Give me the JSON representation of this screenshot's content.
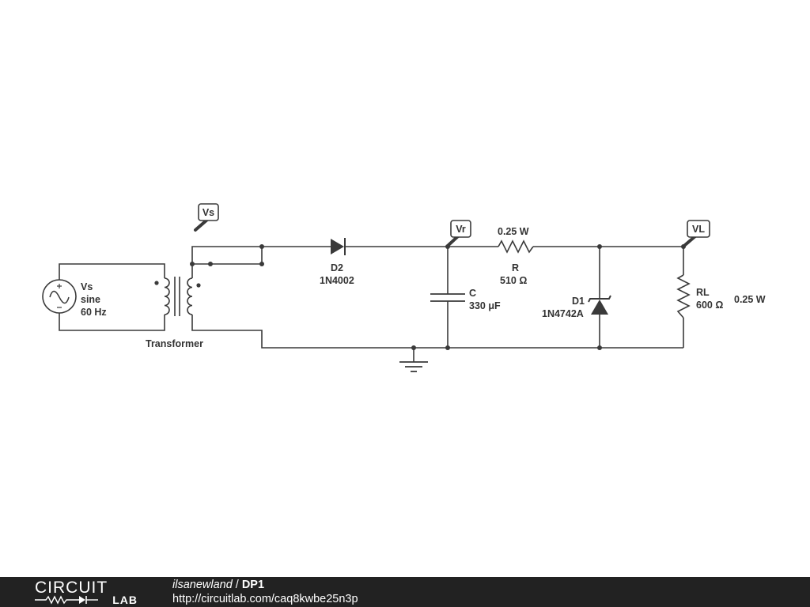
{
  "source": {
    "name": "Vs",
    "type": "sine",
    "frequency": "60 Hz"
  },
  "transformer": {
    "label": "Transformer"
  },
  "probes": {
    "vs": "Vs",
    "vr": "Vr",
    "vl": "VL"
  },
  "diode_d2": {
    "ref": "D2",
    "part": "1N4002"
  },
  "capacitor": {
    "ref": "C",
    "value": "330 μF"
  },
  "resistor_r": {
    "power": "0.25 W",
    "ref": "R",
    "value": "510 Ω"
  },
  "zener_d1": {
    "ref": "D1",
    "part": "1N4742A"
  },
  "resistor_rl": {
    "ref": "RL",
    "value": "600 Ω",
    "power": "0.25 W"
  },
  "footer": {
    "logo_top": "CIRCUIT",
    "logo_bottom": "LAB",
    "user": "ilsanewland",
    "separator": "/",
    "project": "DP1",
    "url": "http://circuitlab.com/caq8kwbe25n3p"
  }
}
